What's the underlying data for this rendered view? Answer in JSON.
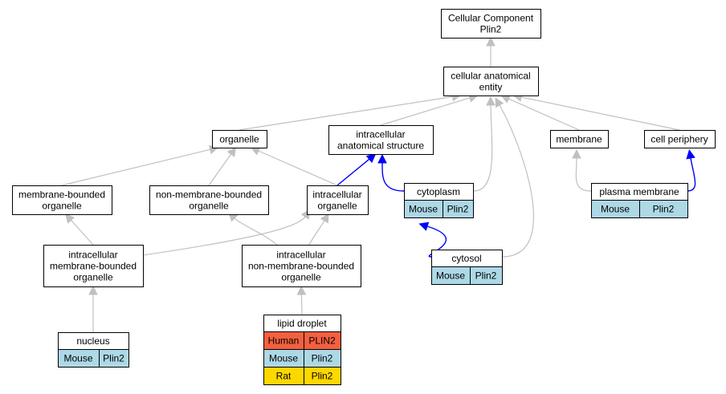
{
  "colors": {
    "human": "#f4603f",
    "mouse": "#add8e6",
    "rat": "#ffd700",
    "edge_default": "#c0c0c0",
    "edge_highlight": "#0000ff"
  },
  "nodes": {
    "root": [
      "Cellular Component",
      "Plin2"
    ],
    "cae": [
      "cellular anatomical",
      "entity"
    ],
    "organelle": [
      "organelle"
    ],
    "ias": [
      "intracellular",
      "anatomical structure"
    ],
    "membrane": [
      "membrane"
    ],
    "periphery": [
      "cell periphery"
    ],
    "mbo": [
      "membrane-bounded",
      "organelle"
    ],
    "nmbo": [
      "non-membrane-bounded",
      "organelle"
    ],
    "io": [
      "intracellular",
      "organelle"
    ],
    "cytoplasm": [
      "cytoplasm"
    ],
    "plasma": [
      "plasma membrane"
    ],
    "imbo": [
      "intracellular",
      "membrane-bounded",
      "organelle"
    ],
    "inmbo": [
      "intracellular",
      "non-membrane-bounded",
      "organelle"
    ],
    "cytosol": [
      "cytosol"
    ],
    "nucleus": [
      "nucleus"
    ],
    "lipid": [
      "lipid droplet"
    ]
  },
  "annotations": {
    "cytoplasm": [
      {
        "species": "Mouse",
        "gene": "Plin2"
      }
    ],
    "plasma": [
      {
        "species": "Mouse",
        "gene": "Plin2"
      }
    ],
    "cytosol": [
      {
        "species": "Mouse",
        "gene": "Plin2"
      }
    ],
    "nucleus": [
      {
        "species": "Mouse",
        "gene": "Plin2"
      }
    ],
    "lipid": [
      {
        "species": "Human",
        "gene": "PLIN2"
      },
      {
        "species": "Mouse",
        "gene": "Plin2"
      },
      {
        "species": "Rat",
        "gene": "Plin2"
      }
    ]
  },
  "edges": [
    {
      "from": "cae",
      "to": "root",
      "highlight": false
    },
    {
      "from": "organelle",
      "to": "cae",
      "highlight": false
    },
    {
      "from": "ias",
      "to": "cae",
      "highlight": false
    },
    {
      "from": "cytoplasm",
      "to": "cae",
      "highlight": false
    },
    {
      "from": "cytosol",
      "to": "cae",
      "highlight": false
    },
    {
      "from": "membrane",
      "to": "cae",
      "highlight": false
    },
    {
      "from": "periphery",
      "to": "cae",
      "highlight": false
    },
    {
      "from": "mbo",
      "to": "organelle",
      "highlight": false
    },
    {
      "from": "nmbo",
      "to": "organelle",
      "highlight": false
    },
    {
      "from": "io",
      "to": "organelle",
      "highlight": false
    },
    {
      "from": "io",
      "to": "ias",
      "highlight": true
    },
    {
      "from": "cytoplasm",
      "to": "ias",
      "highlight": true
    },
    {
      "from": "plasma",
      "to": "membrane",
      "highlight": false
    },
    {
      "from": "plasma",
      "to": "periphery",
      "highlight": true
    },
    {
      "from": "imbo",
      "to": "mbo",
      "highlight": false
    },
    {
      "from": "imbo",
      "to": "io",
      "highlight": false
    },
    {
      "from": "inmbo",
      "to": "nmbo",
      "highlight": false
    },
    {
      "from": "inmbo",
      "to": "io",
      "highlight": false
    },
    {
      "from": "cytosol",
      "to": "cytoplasm",
      "highlight": true
    },
    {
      "from": "nucleus",
      "to": "imbo",
      "highlight": false
    },
    {
      "from": "lipid",
      "to": "inmbo",
      "highlight": false
    }
  ]
}
